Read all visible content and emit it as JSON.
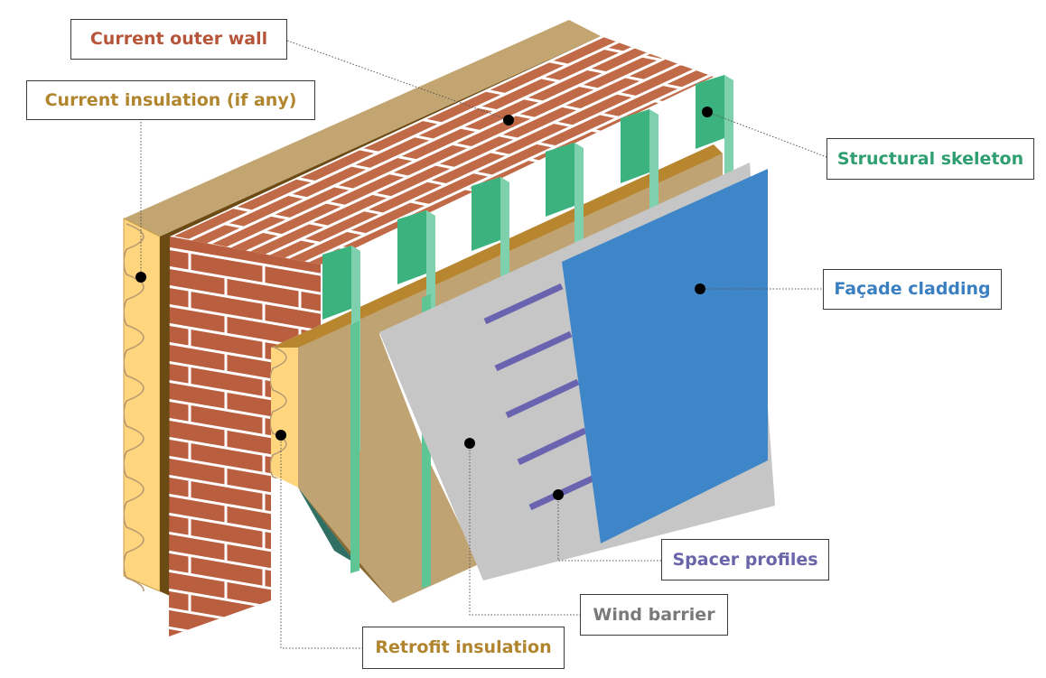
{
  "labels": {
    "current_outer_wall": "Current outer wall",
    "current_insulation": "Current insulation (if any)",
    "structural_skeleton": "Structural skeleton",
    "facade_cladding": "Façade cladding",
    "spacer_profiles": "Spacer profiles",
    "wind_barrier": "Wind barrier",
    "retrofit_insulation": "Retrofit insulation"
  },
  "colors": {
    "brick": "#b95f3f",
    "mortar": "#ffffff",
    "current_insulation": "#ffd57e",
    "wall_top": "#c2a571",
    "skeleton": "#3cb37f",
    "retrofit_insulation": "#c0a373",
    "wind_barrier": "#c6c6c6",
    "spacer": "#6a64b0",
    "cladding": "#3f86c8",
    "label_outer_wall": "#b6553a",
    "label_insulation": "#b0852e",
    "label_skeleton": "#2f9e70",
    "label_cladding": "#3a7fc0",
    "label_spacer": "#6a64a8",
    "label_wind": "#7a7a7a",
    "label_retrofit": "#b0852e"
  }
}
